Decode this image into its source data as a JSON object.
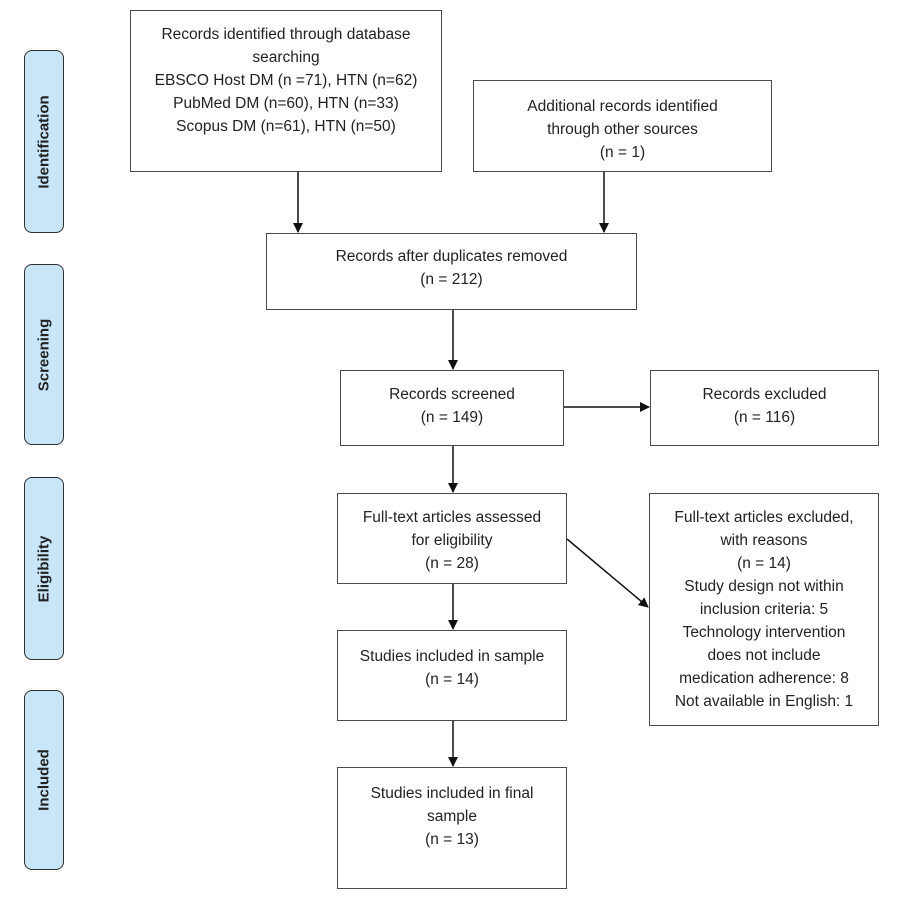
{
  "stages": {
    "identification": "Identification",
    "screening": "Screening",
    "eligibility": "Eligibility",
    "included": "Included"
  },
  "boxes": {
    "records_identified": {
      "lines": [
        "Records identified through database",
        "searching",
        "EBSCO Host DM (n =71), HTN (n=62)",
        "PubMed DM (n=60), HTN (n=33)",
        "Scopus DM (n=61), HTN (n=50)"
      ]
    },
    "additional_records": {
      "lines": [
        "Additional records identified",
        "through other sources",
        "(n = 1)"
      ]
    },
    "duplicates_removed": {
      "lines": [
        "Records after duplicates removed",
        "(n = 212)"
      ]
    },
    "records_screened": {
      "lines": [
        "Records screened",
        "(n = 149)"
      ]
    },
    "records_excluded": {
      "lines": [
        "Records excluded",
        "(n = 116)"
      ]
    },
    "fulltext_assessed": {
      "lines": [
        "Full-text articles assessed",
        "for eligibility",
        "(n = 28)"
      ]
    },
    "fulltext_excluded": {
      "lines": [
        "Full-text articles excluded,",
        "with reasons",
        "(n = 14)",
        "Study design not within",
        "inclusion criteria: 5",
        "Technology intervention",
        "does not include",
        "medication adherence: 8",
        "Not available in English: 1"
      ]
    },
    "studies_included": {
      "lines": [
        "Studies included in sample",
        "(n = 14)"
      ]
    },
    "final_sample": {
      "lines": [
        "Studies included in final",
        "sample",
        "(n = 13)"
      ]
    }
  }
}
